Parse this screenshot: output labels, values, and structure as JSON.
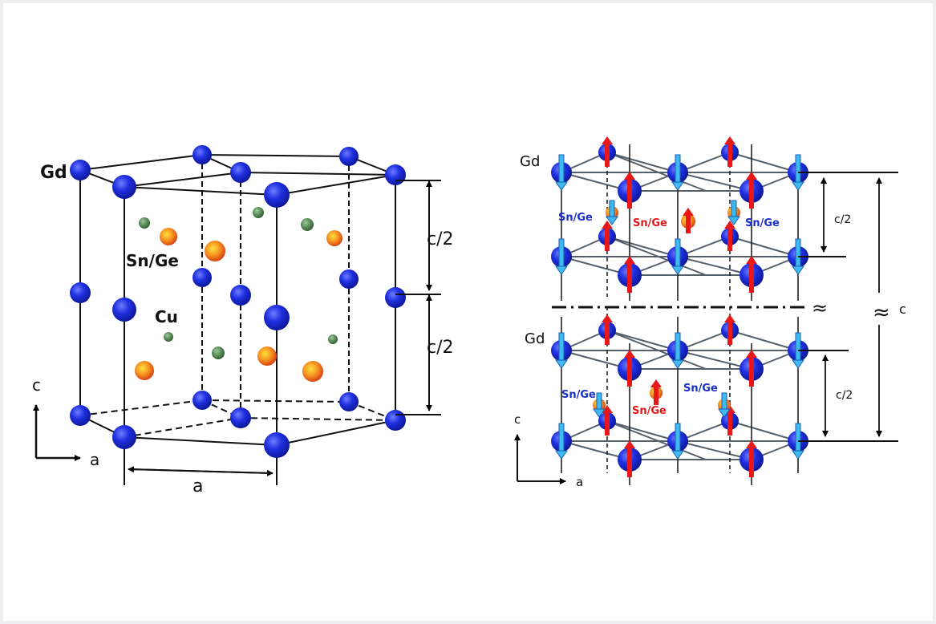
{
  "figure": {
    "left_panel": {
      "name": "crystal-structure",
      "labels": {
        "gd": "Gd",
        "sn_ge": "Sn/Ge",
        "cu": "Cu",
        "c_half_top": "c/2",
        "c_half_bottom": "c/2",
        "axis_c": "c",
        "axis_a": "a",
        "lattice_a": "a"
      }
    },
    "right_panel": {
      "name": "magnetic-structure",
      "labels": {
        "gd_top": "Gd",
        "gd_bottom": "Gd",
        "sn_ge_top_left": "Sn/Ge",
        "sn_ge_top_mid": "Sn/Ge",
        "sn_ge_top_right": "Sn/Ge",
        "sn_ge_bot_left": "Sn/Ge",
        "sn_ge_bot_mid": "Sn/Ge",
        "sn_ge_bot_right": "Sn/Ge",
        "c_half_top": "c/2",
        "c_half_bottom": "c/2",
        "c_full": "c",
        "break_mark": "≈",
        "break_mark_c": "≈",
        "axis_c": "c",
        "axis_a": "a"
      }
    },
    "colors": {
      "gd": "#1c2ed8",
      "cu": "#5a8a5a",
      "sn_ge": "#f08020",
      "spin_up": "#e81818",
      "spin_down": "#40b8f0",
      "label_blue": "#1a30c8",
      "label_red": "#e01818"
    }
  }
}
